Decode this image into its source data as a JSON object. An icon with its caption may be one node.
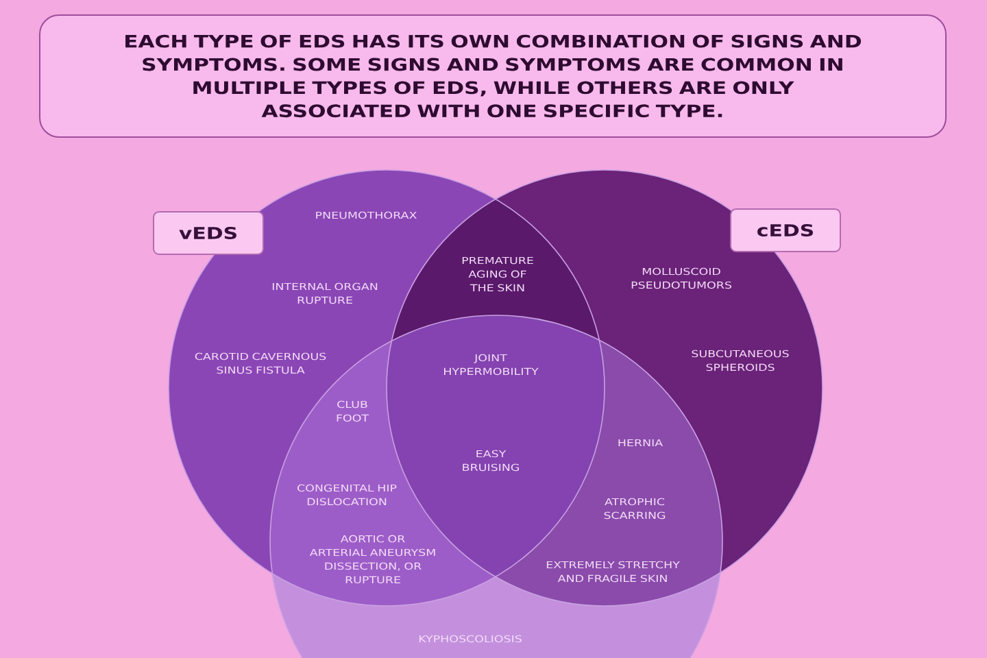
{
  "diagram": {
    "nodes": [
      {
        "text": [
          "EACH TYPE OF EDS HAS ITS OWN COMBINATION OF SIGNS AND SYMPTOMS. SOME SIGNS AND SYMPTOMS ARE COMMON IN MULTIPLE TYPES OF EDS, WHILE OTHERS ARE ONLY ASSOCIATED WITH ONE SPECIFIC TYPE."
        ]
      },
      {
        "text": [],
        "shape": "circle"
      },
      {
        "text": [],
        "shape": "circle"
      },
      {
        "text": [],
        "shape": "circle"
      },
      {
        "text": [
          "vEDS"
        ]
      },
      {
        "text": [
          "cEDS"
        ]
      }
    ],
    "labels": [
      "PNEUMOTHORAX",
      "PREMATURE AGING OF THE SKIN",
      "MOLLUSCOID PSEUDOTUMORS",
      "INTERNAL ORGAN RUPTURE",
      "CAROTID CAVERNOUS SINUS FISTULA",
      "JOINT HYPERMOBILITY",
      "SUBCUTANEOUS SPHEROIDS",
      "CLUB FOOT",
      "HERNIA",
      "EASY BRUISING",
      "CONGENITAL HIP DISLOCATION",
      "ATROPHIC SCARRING",
      "AORTIC OR ARTERIAL ANEURYSM DISSECTION, OR RUPTURE",
      "EXTREMELY STRETCHY AND FRAGILE SKIN",
      "KYPHOSCOLIOSIS"
    ]
  }
}
